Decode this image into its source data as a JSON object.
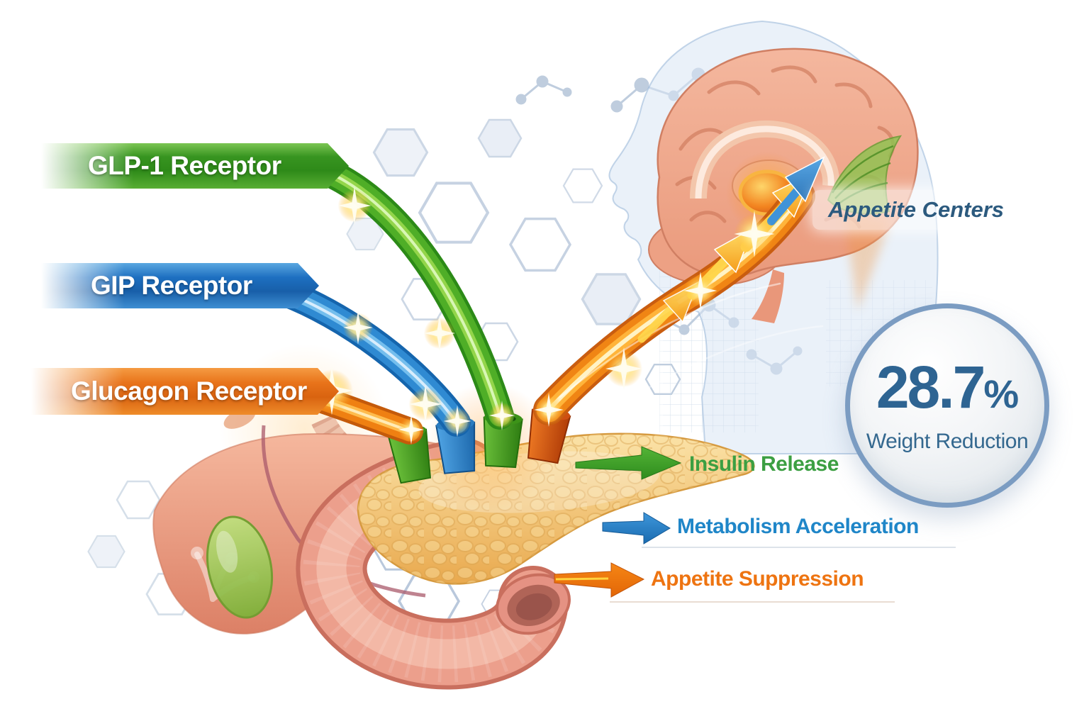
{
  "receptor_banners": [
    {
      "label": "GLP-1 Receptor",
      "color": "#379420"
    },
    {
      "label": "GIP Receptor",
      "color": "#1d6fc0"
    },
    {
      "label": "Glucagon Receptor",
      "color": "#e8731a"
    }
  ],
  "brain": {
    "label": "Appetite Centers",
    "label_color": "#2c5a7e"
  },
  "outcome_badge": {
    "value": "28.7",
    "unit": "%",
    "label": "Weight Reduction",
    "color": "#2e6492"
  },
  "effects": [
    {
      "label": "Insulin Release",
      "color": "#3c9f42"
    },
    {
      "label": "Metabolism Acceleration",
      "color": "#1f86c8"
    },
    {
      "label": "Appetite Suppression",
      "color": "#ee7411"
    }
  ],
  "icons": {
    "flow_arrow": "➤",
    "sparkle": "✦"
  }
}
